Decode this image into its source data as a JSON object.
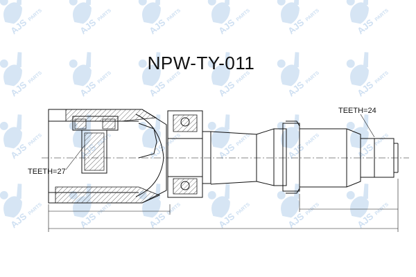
{
  "part_number": "NPW-TY-011",
  "teeth_inner": "TEETH=27",
  "teeth_outer": "TEETH=24",
  "watermark": {
    "brand": "AJS",
    "sub": "PARTS",
    "color": "#cfe0f2"
  }
}
